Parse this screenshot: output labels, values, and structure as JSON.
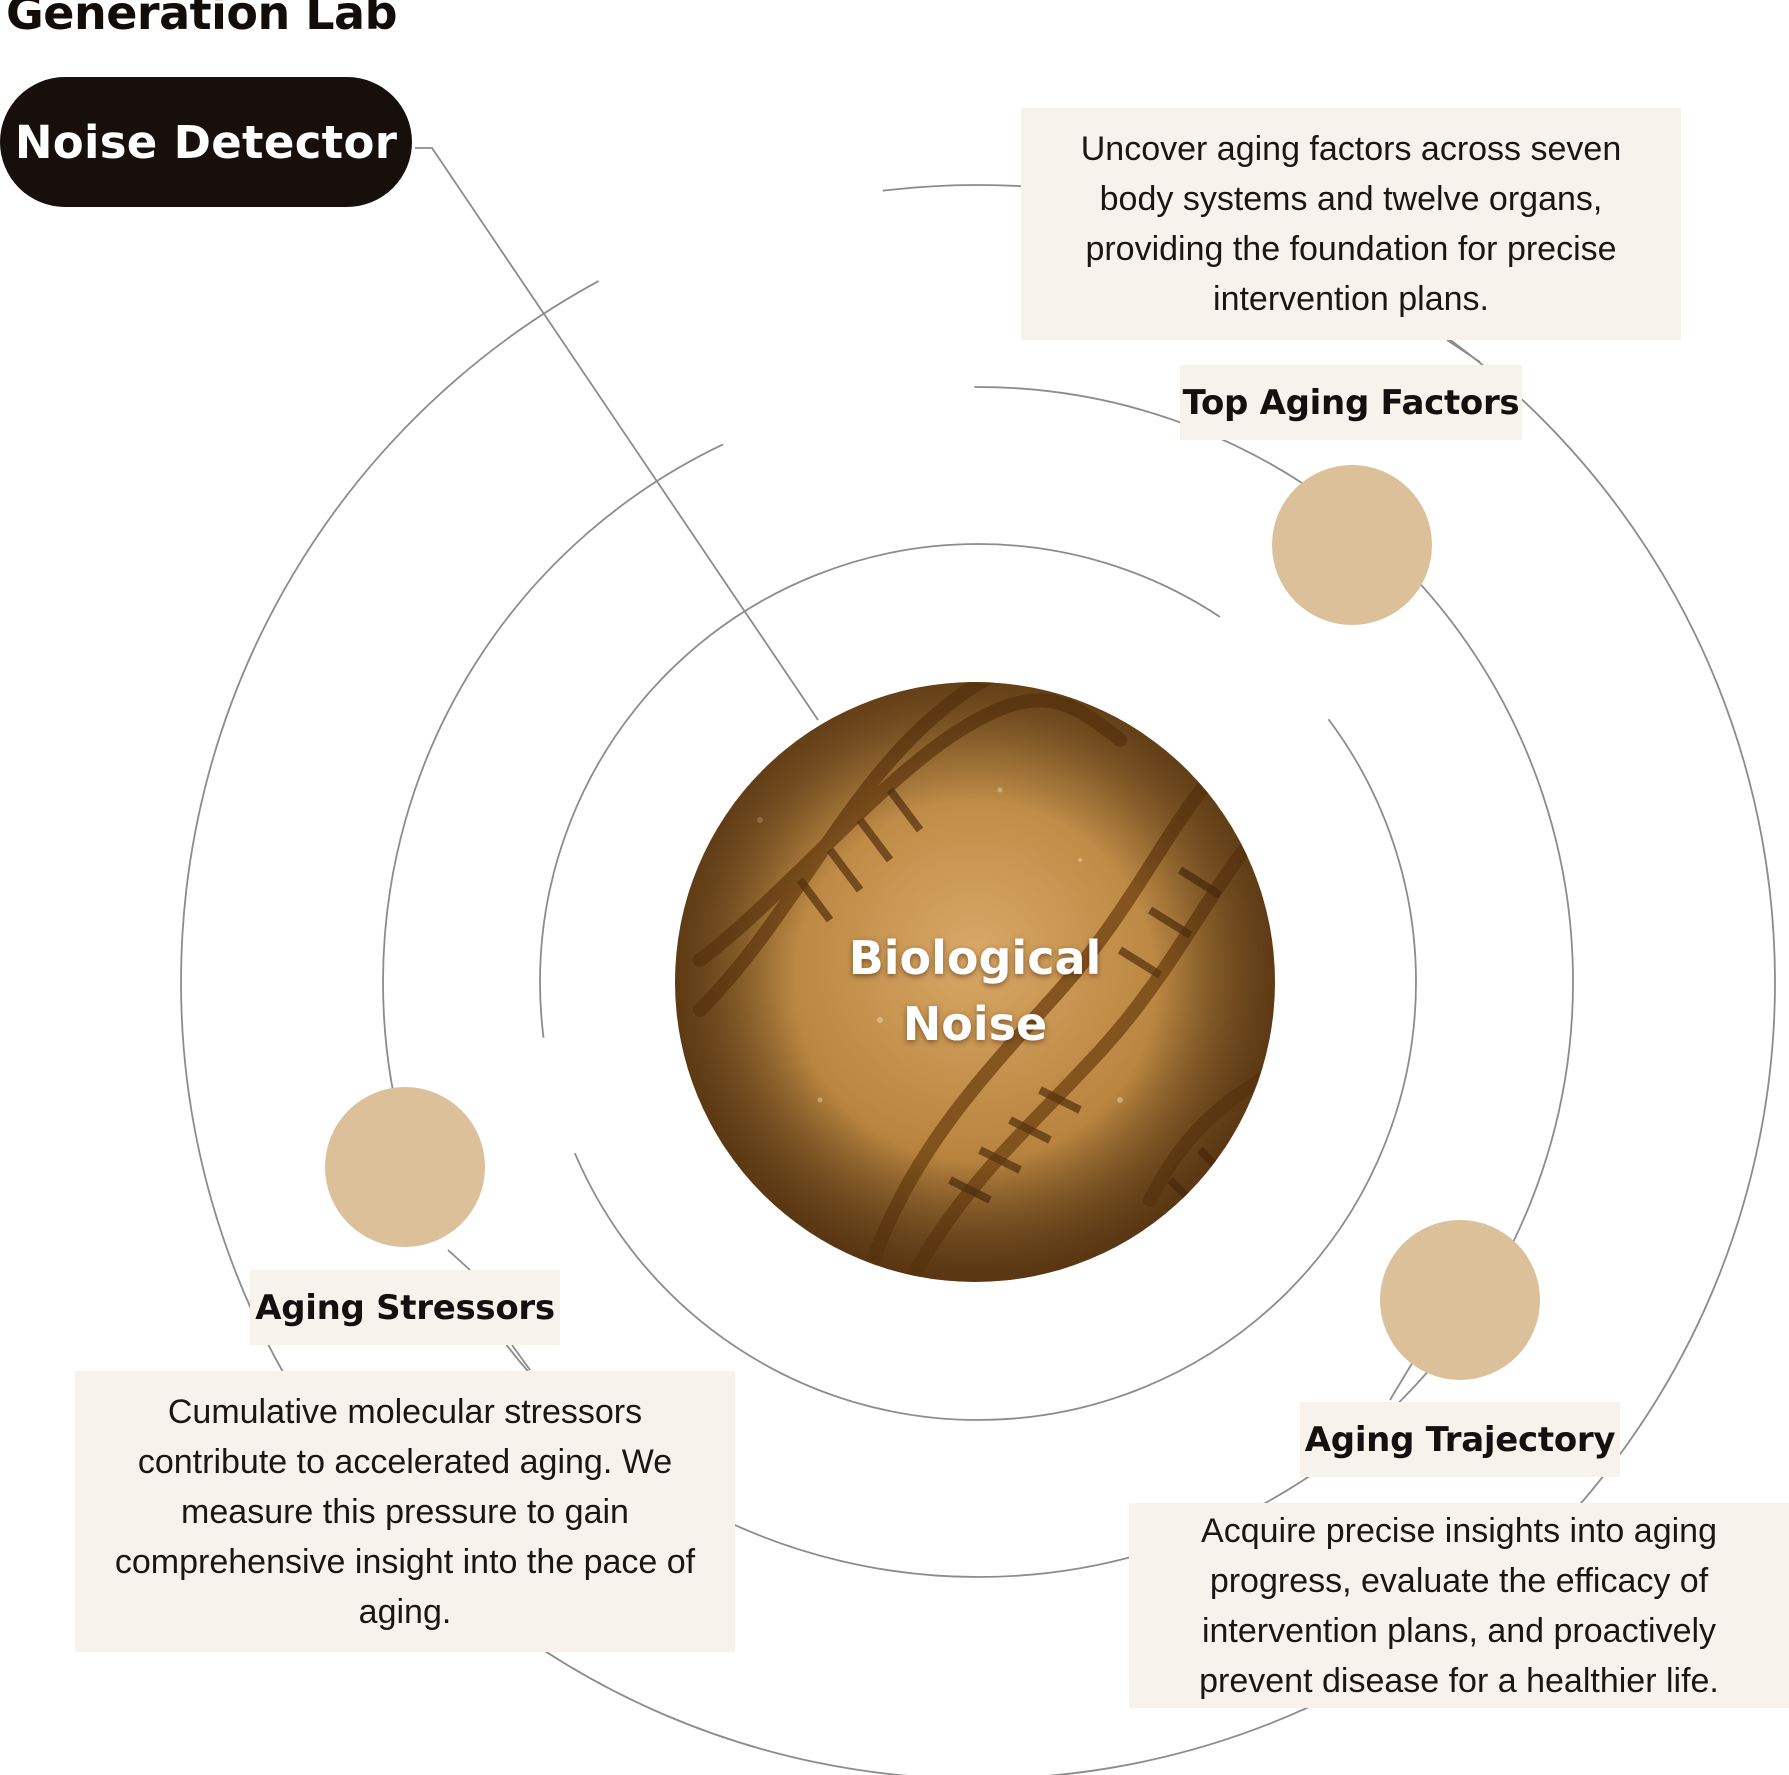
{
  "brand": {
    "title": "Generation Lab"
  },
  "tool": {
    "name": "Noise Detector"
  },
  "center": {
    "line1": "Biological",
    "line2": "Noise"
  },
  "nodes": [
    {
      "label": "Top Aging Factors",
      "description": "Uncover aging factors across seven body systems and twelve organs, providing the foundation for precise intervention plans."
    },
    {
      "label": "Aging Stressors",
      "description": "Cumulative molecular stressors contribute to accelerated aging. We measure this pressure to gain comprehensive insight into the pace of aging."
    },
    {
      "label": "Aging Trajectory",
      "description": "Acquire precise insights into aging progress, evaluate the efficacy of intervention plans, and proactively prevent disease for a healthier life."
    }
  ],
  "colors": {
    "pill_background": "#160f0b",
    "node_fill": "#dcc09a",
    "label_background": "#f7f3ec",
    "orbit_stroke": "#8a8a8a",
    "center_image_tone": "#b07a36"
  },
  "icons": {
    "center_image": "dna-helix-image"
  }
}
